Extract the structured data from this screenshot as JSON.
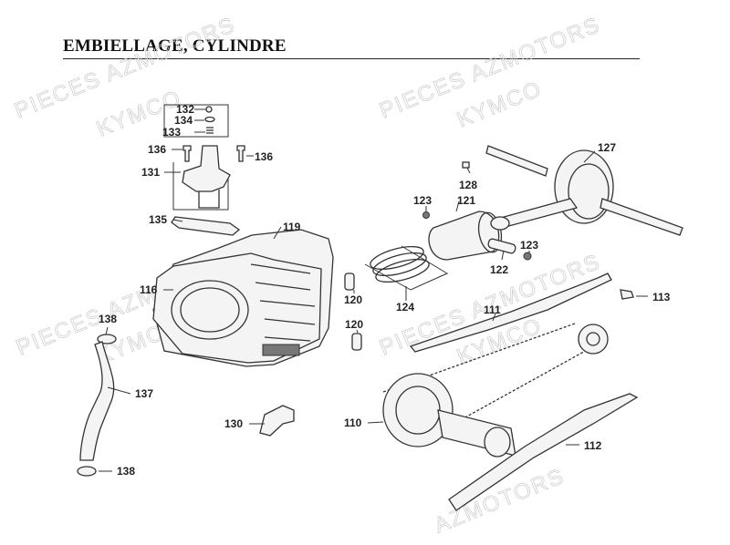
{
  "header": {
    "title": "EMBIELLAGE, CYLINDRE"
  },
  "watermarks": [
    "PIECES AZMOTORS",
    "KYMCO",
    "PIECES AZMOTORS",
    "KYMCO",
    "PIECES AZMOTORS",
    "KYMCO",
    "PIECES AZMOTORS",
    "KYMCO",
    "AZMOTORS"
  ],
  "labels": {
    "p132": "132",
    "p134": "134",
    "p133": "133",
    "p136a": "136",
    "p136b": "136",
    "p131": "131",
    "p135": "135",
    "p119": "119",
    "p116": "116",
    "p138a": "138",
    "p137": "137",
    "p138b": "138",
    "p130": "130",
    "p120a": "120",
    "p120b": "120",
    "p124": "124",
    "p123a": "123",
    "p121": "121",
    "p122": "122",
    "p123b": "123",
    "p128": "128",
    "p127": "127",
    "p111": "111",
    "p113": "113",
    "p110": "110",
    "p112": "112"
  }
}
